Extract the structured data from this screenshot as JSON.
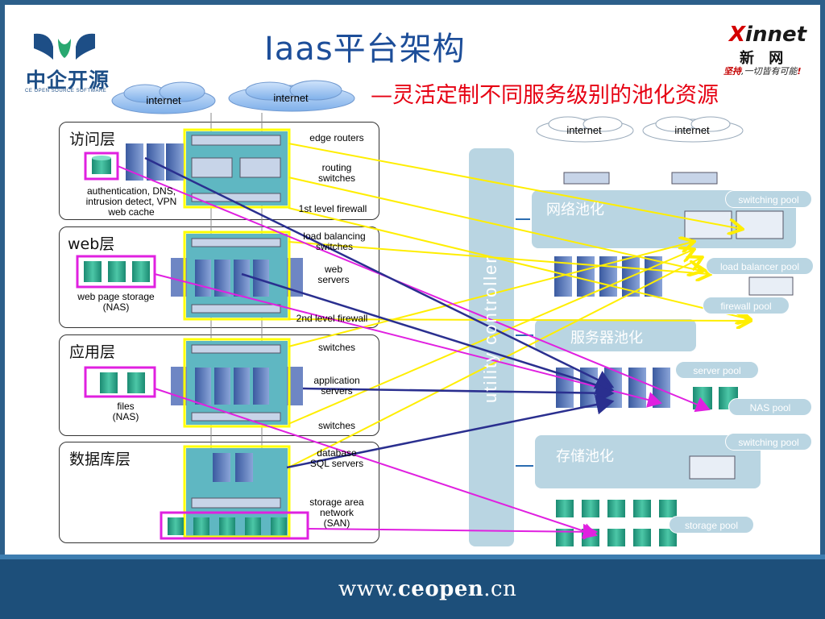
{
  "header": {
    "title": "Iaas平台架构",
    "subtitle": "—灵活定制不同服务级别的池化资源",
    "left_logo_text": "中企开源",
    "left_logo_sub": "CE OPEN SOURCE SOFTWARE",
    "right_logo_brand_x": "X",
    "right_logo_brand_rest": "innet",
    "right_logo_cn": "新 网",
    "right_logo_slogan_a": "坚持",
    "right_logo_slogan_b": ",一切皆有可能",
    "right_logo_slogan_c": "!"
  },
  "left_diagram": {
    "clouds": [
      "internet",
      "internet"
    ],
    "layers": [
      {
        "label": "访问层",
        "storage_label": "authentication, DNS,\nintrusion detect, VPN\nweb cache",
        "notes": [
          "edge routers",
          "routing\nswitches",
          "1st level firewall"
        ]
      },
      {
        "label": "web层",
        "storage_label": "web page storage\n(NAS)",
        "notes": [
          "load balancing\nswitches",
          "web\nservers",
          "2nd level firewall"
        ]
      },
      {
        "label": "应用层",
        "storage_label": "files\n(NAS)",
        "notes": [
          "switches",
          "application\nservers",
          "switches"
        ]
      },
      {
        "label": "数据库层",
        "storage_label": "",
        "notes": [
          "database\nSQL servers",
          "storage area\nnetwork\n(SAN)"
        ]
      }
    ]
  },
  "right_diagram": {
    "clouds": [
      "internet",
      "internet"
    ],
    "utility_controller": "utility controller",
    "panels": [
      {
        "title": "网络池化"
      },
      {
        "title": "服务器池化"
      },
      {
        "title": "存储池化"
      }
    ],
    "pool_tags": [
      "switching pool",
      "load balancer pool",
      "firewall pool",
      "server pool",
      "NAS pool",
      "switching pool",
      "storage pool"
    ]
  },
  "footer": {
    "url_prefix": "www.",
    "url_bold": "ceopen",
    "url_suffix": ".cn"
  },
  "colors": {
    "title_blue": "#1d4e99",
    "subtitle_red": "#e60012",
    "panel_blue": "#b9d5e2",
    "yellow_highlight": "#ffff00",
    "magenta_highlight": "#e020e0",
    "navy_link": "#2a2f8f",
    "footer_blue": "#1d4f7a"
  }
}
